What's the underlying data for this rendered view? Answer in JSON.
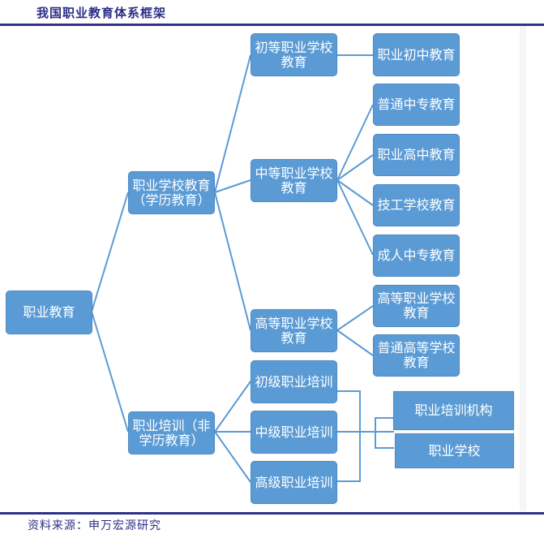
{
  "header": {
    "title": "我国职业教育体系框架"
  },
  "footer": {
    "source": "资料来源：申万宏源研究"
  },
  "colors": {
    "node_fill": "#5b9bd5",
    "connector": "#5b9bd5",
    "rule": "#2e3388",
    "title_text": "#2b2f86"
  },
  "diagram": {
    "root": "职业教育",
    "academic": {
      "label": "职业学校教育（学历教育）",
      "children": [
        {
          "label": "初等职业学校教育",
          "children": [
            "职业初中教育"
          ]
        },
        {
          "label": "中等职业学校教育",
          "children": [
            "普通中专教育",
            "职业高中教育",
            "技工学校教育",
            "成人中专教育"
          ]
        },
        {
          "label": "高等职业学校教育",
          "children": [
            "高等职业学校教育",
            "普通高等学校教育"
          ]
        }
      ]
    },
    "training": {
      "label": "职业培训（非学历教育）",
      "levels": [
        "初级职业培训",
        "中级职业培训",
        "高级职业培训"
      ],
      "providers": [
        "职业培训机构",
        "职业学校"
      ]
    }
  }
}
